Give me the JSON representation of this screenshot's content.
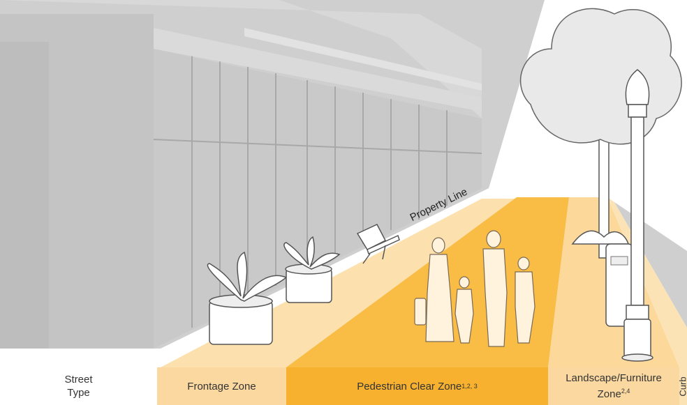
{
  "diagram": {
    "property_line_label": "Property Line"
  },
  "zones": {
    "street_type_line1": "Street",
    "street_type_line2": "Type",
    "frontage": {
      "label": "Frontage Zone",
      "color": "#FAD8A0"
    },
    "pedestrian": {
      "label": "Pedestrian Clear Zone",
      "sup": "1,2, 3",
      "color": "#F7B12E"
    },
    "landscape": {
      "label_line1": "Landscape/Furniture",
      "label_line2": "Zone",
      "sup": "2,4",
      "color": "#FAD8A0"
    },
    "curb": {
      "label": "Curb",
      "color": "#FCE3B5"
    }
  },
  "colors": {
    "building": "#C9C9C9",
    "building_dark": "#B5B5B5",
    "ped_path": "#F9BC45",
    "frontage_path": "#FCE0AE",
    "outline": "#555555"
  }
}
